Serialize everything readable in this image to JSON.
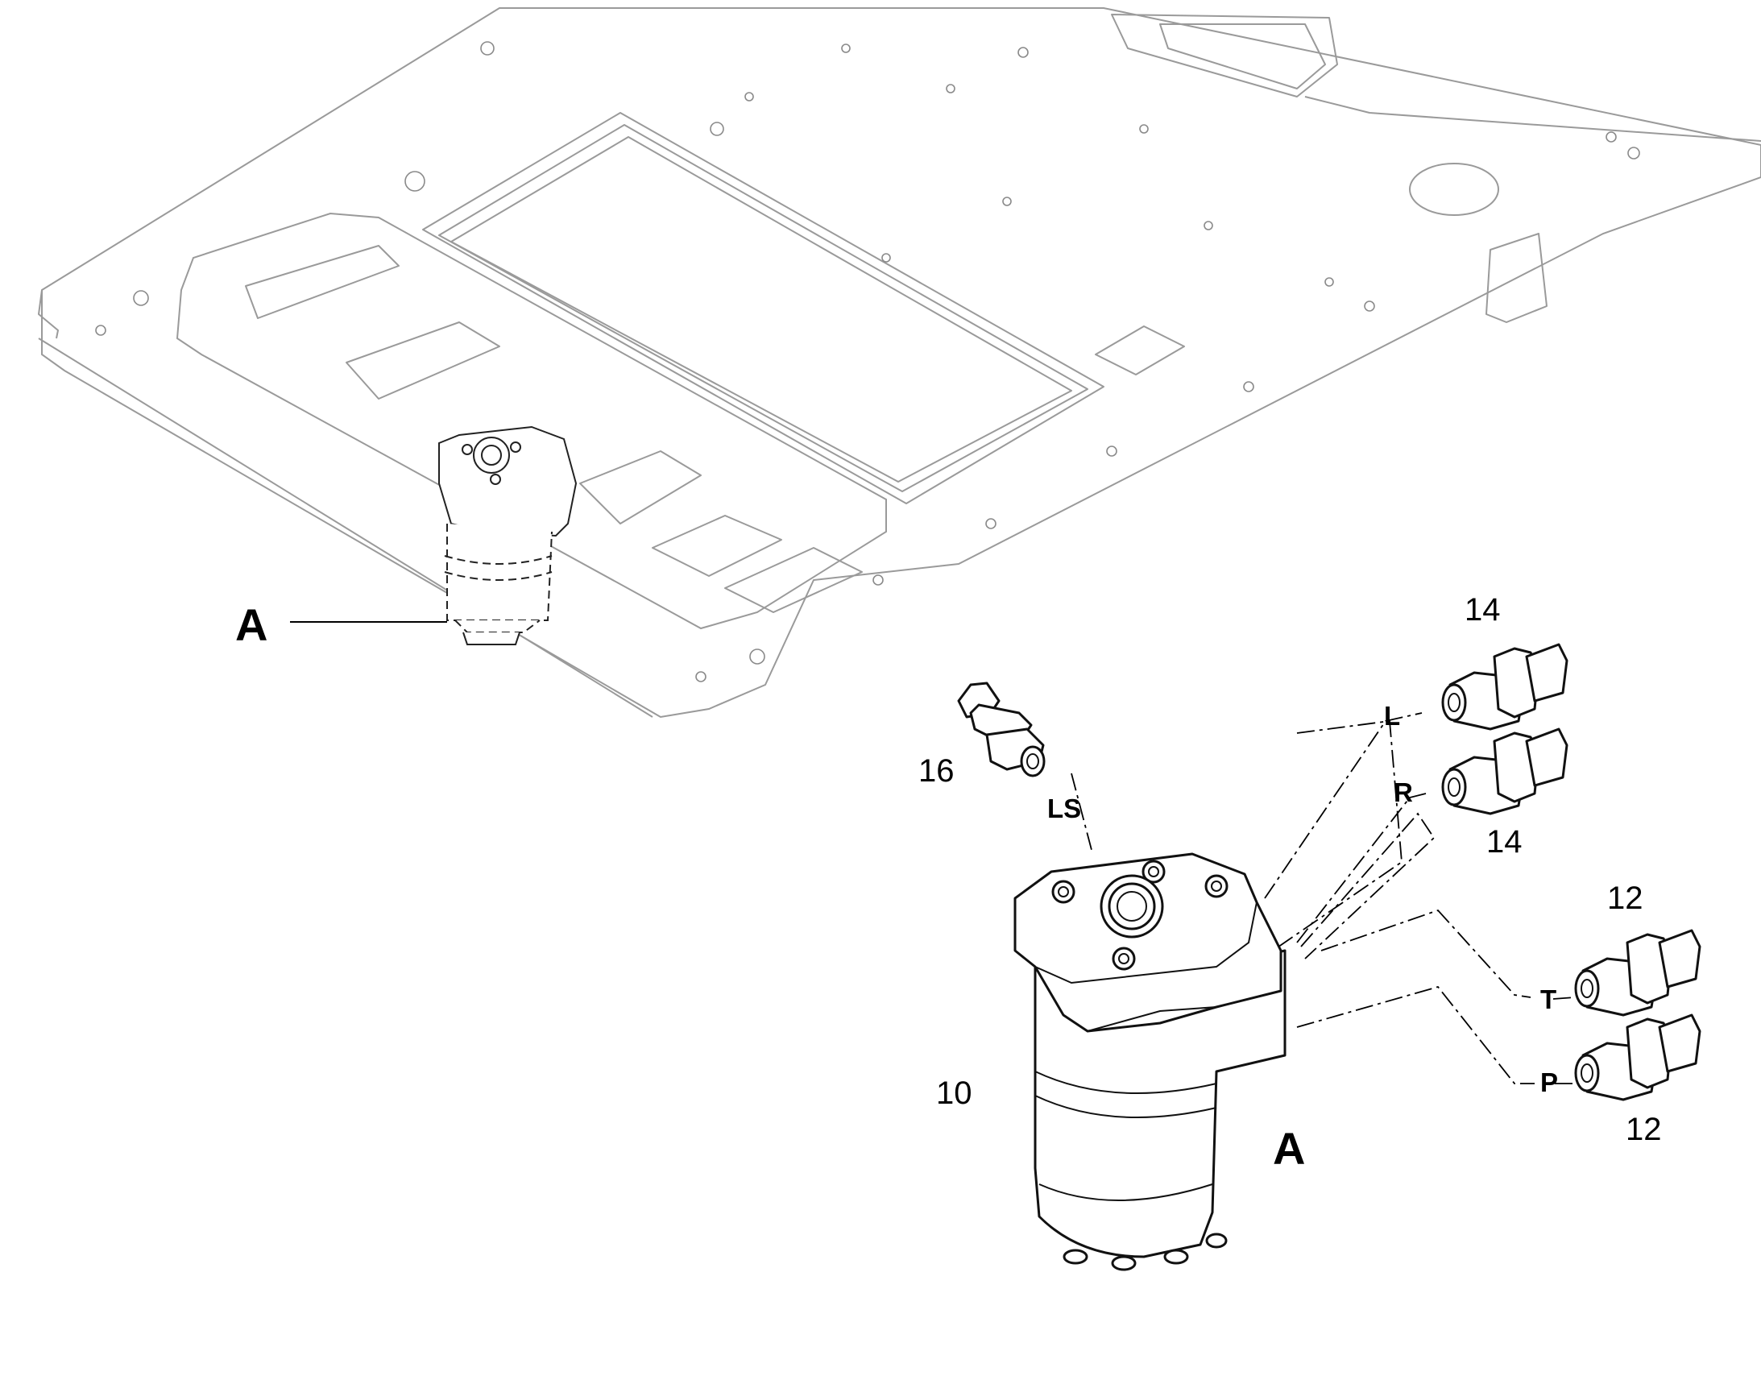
{
  "labels": {
    "detail_a_main": "A",
    "detail_a_callout": "A",
    "part_16": "16",
    "part_10": "10",
    "part_14_top": "14",
    "part_14_bottom": "14",
    "part_12_top": "12",
    "part_12_bottom": "12",
    "port_ls": "LS",
    "port_l": "L",
    "port_r": "R",
    "port_t": "T",
    "port_p": "P"
  }
}
